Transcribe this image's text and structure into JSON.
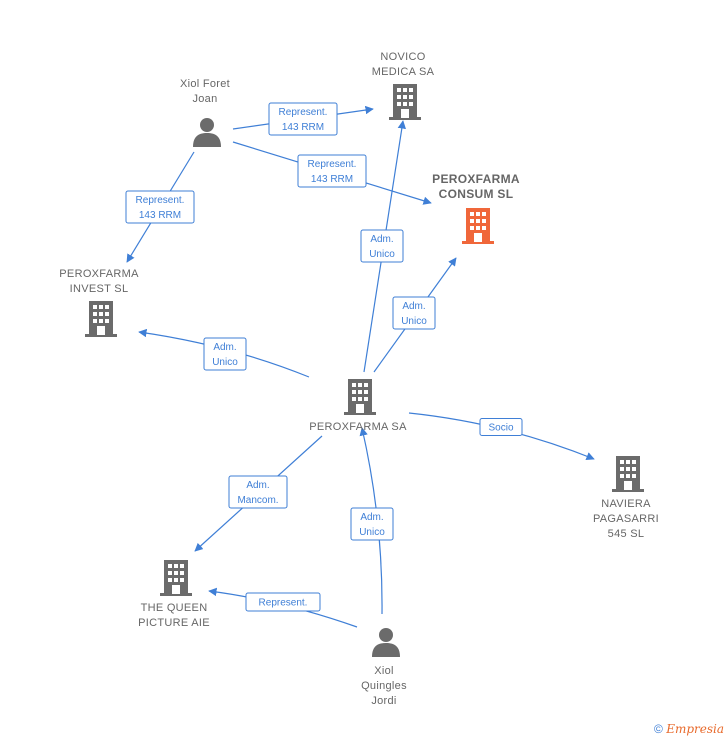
{
  "nodes": [
    {
      "id": "xiol-foret",
      "type": "person",
      "lines": [
        "Xiol Foret",
        "Joan"
      ]
    },
    {
      "id": "novico",
      "type": "company",
      "lines": [
        "NOVICO",
        "MEDICA SA"
      ]
    },
    {
      "id": "peroxfarma-consum",
      "type": "company",
      "focus": true,
      "lines": [
        "PEROXFARMA",
        "CONSUM  SL"
      ]
    },
    {
      "id": "peroxfarma-invest",
      "type": "company",
      "lines": [
        "PEROXFARMA",
        "INVEST  SL"
      ]
    },
    {
      "id": "peroxfarma-sa",
      "type": "company",
      "lines": [
        "PEROXFARMA SA"
      ]
    },
    {
      "id": "naviera",
      "type": "company",
      "lines": [
        "NAVIERA",
        "PAGASARRI",
        "545  SL"
      ]
    },
    {
      "id": "the-queen",
      "type": "company",
      "lines": [
        "THE QUEEN",
        "PICTURE AIE"
      ]
    },
    {
      "id": "xiol-quingles",
      "type": "person",
      "lines": [
        "Xiol",
        "Quingles",
        "Jordi"
      ]
    }
  ],
  "edges": [
    {
      "id": "foret-novico",
      "lines": [
        "Represent.",
        "143 RRM"
      ]
    },
    {
      "id": "foret-consum",
      "lines": [
        "Represent.",
        "143 RRM"
      ]
    },
    {
      "id": "foret-invest",
      "lines": [
        "Represent.",
        "143 RRM"
      ]
    },
    {
      "id": "sa-novico",
      "lines": [
        "Adm.",
        "Unico"
      ]
    },
    {
      "id": "sa-consum",
      "lines": [
        "Adm.",
        "Unico"
      ]
    },
    {
      "id": "sa-invest",
      "lines": [
        "Adm.",
        "Unico"
      ]
    },
    {
      "id": "sa-naviera",
      "lines": [
        "Socio"
      ]
    },
    {
      "id": "sa-queen",
      "lines": [
        "Adm.",
        "Mancom."
      ]
    },
    {
      "id": "quingles-sa",
      "lines": [
        "Adm.",
        "Unico"
      ]
    },
    {
      "id": "quingles-queen",
      "lines": [
        "Represent."
      ]
    }
  ],
  "colors": {
    "edge": "#3f7fd6",
    "company": "#6b6b6b",
    "focus_company": "#f0673a",
    "person": "#6b6b6b"
  },
  "watermark": {
    "symbol": "©",
    "brand": "Empresia"
  }
}
